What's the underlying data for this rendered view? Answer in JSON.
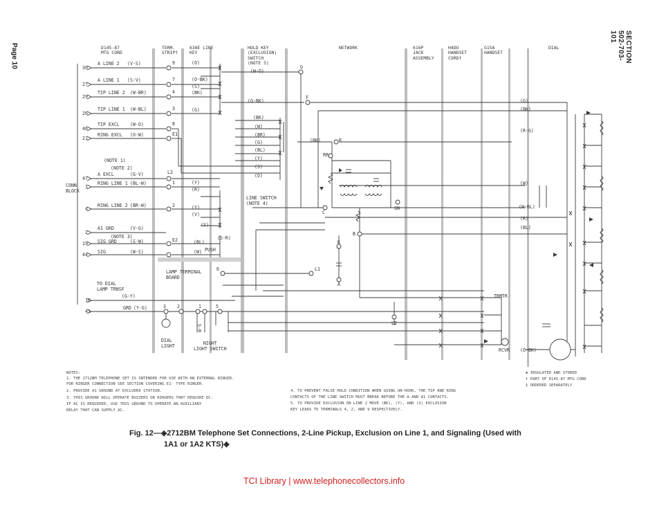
{
  "page": {
    "label": "Page 10",
    "section": "SECTION 502-703-101"
  },
  "headers": {
    "mtg_cord": "D145-87\nMTG CORD",
    "term_strip": "TERM.\nSTRIP†",
    "line_key": "638E LINE\nKEY",
    "hold_key": "HOLD KEY\n(EXCLUSION)\nSWITCH\n(NOTE 5)",
    "network": "NETWORK",
    "jack": "616P\nJACK\nASSEMBLY",
    "handset_cord": "H4DU\nHANDSET\nCORD†",
    "handset": "G15A\nHANDSET",
    "dial": "DIAL"
  },
  "cord_leads": [
    {
      "num": "30",
      "name": "A LINE 2",
      "color": "(V-S)"
    },
    {
      "num": "27",
      "name": "A LINE 1",
      "color": "(S-V)"
    },
    {
      "num": "29",
      "name": "TIP LINE 2",
      "color": "(W-BR)"
    },
    {
      "num": "26",
      "name": "TIP LINE 1",
      "color": "(W-BL)"
    },
    {
      "num": "46",
      "name": "TIP EXCL",
      "color": "(W-O)"
    },
    {
      "num": "21",
      "name": "RING EXCL",
      "color": "(O-W)"
    },
    {
      "num": "47",
      "name": "A EXCL",
      "color": "(G-V)"
    },
    {
      "num": "1",
      "name": "RING LINE 1",
      "color": "(BL-W)"
    },
    {
      "num": "4",
      "name": "RING LINE 2",
      "color": "(BR-W)"
    },
    {
      "num": "2",
      "name": "A1 GRD",
      "color": "(V-G)"
    },
    {
      "num": "19",
      "name": "SIG GRD",
      "color": "(S-W)"
    },
    {
      "num": "44",
      "name": "SIG",
      "color": "(W-S)"
    },
    {
      "num": "16",
      "name": "",
      "color": "(G-Y)"
    },
    {
      "num": "41",
      "name": "GRD",
      "color": "(Y-G)"
    }
  ],
  "term_numbers": [
    "9",
    "7",
    "4",
    "3",
    "8",
    "E1",
    "L2",
    "1",
    "2",
    "E2",
    "6",
    "5",
    "3",
    "2",
    "1"
  ],
  "key_colors": [
    "(O)",
    "(O-BK)",
    "(S)",
    "(BK)",
    "(G)",
    "(Y)",
    "(R)",
    "(Y)",
    "(V)",
    "(S)",
    "(BL)",
    "(W)",
    "(BK)",
    "(W)",
    "(BR)",
    "(G)",
    "(BL)",
    "(Y)",
    "(S)",
    "(O)"
  ],
  "hold_colors": [
    "(W-O)",
    "(G-BK)",
    "(BK)",
    "(W)",
    "(BR)",
    "(G)",
    "(BL)",
    "(Y)",
    "(S)",
    "(O)"
  ],
  "network_labels": [
    "G",
    "F",
    "R",
    "RR",
    "C",
    "GN",
    "B",
    "A",
    "K",
    "L1",
    "L2",
    "(BK)",
    "(R-G)",
    "(W)",
    "(W-BL)",
    "(R)",
    "(BL)",
    "(G)",
    "(BK)",
    "(O-BK)"
  ],
  "other_labels": {
    "conn_block": "CONN\nBLOCK",
    "note1": "(NOTE 1)",
    "note2": "(NOTE 2)",
    "note3": "(NOTE 3)",
    "push": "PUSH",
    "sr": "(S-R)",
    "line_switch": "LINE SWITCH\n(NOTE 4)",
    "lamp_board": "LAMP TERMINAL\nBOARD",
    "to_dial_lamp": "TO DIAL\nLAMP TRNSF",
    "dial_light": "DIAL\nLIGHT",
    "night_light": "NIGHT\nLIGHT SWITCH",
    "trmtr": "TRMTR",
    "rcvr": "RCVR",
    "sr_vertical": "S-R"
  },
  "notes_left": [
    "NOTES:",
    "1. THE 2712BM TELEPHONE SET IS INTENDED FOR USE WITH AN EXTERNAL RINGER.",
    "   FOR RINGER CONNECTION SEE SECTION COVERING E1- TYPE RINGER.",
    "2. PROVIDE A1 GROUND AT EXCLUDED STATION.",
    "3. THIS GROUND WILL OPERATE BUZZERS OR RINGERS THAT REQUIRE DC.",
    "   IF AC IS REQUIRED, USE THIS GROUND TO OPERATE AN AUXILIARY",
    "   RELAY THAT CAN SUPPLY AC."
  ],
  "notes_mid": [
    "4. TO PREVENT FALSE HOLD CONDITION WHEN GOING ON-HOOK, THE TIP AND RING",
    "   CONTACTS OF THE LINE SWITCH MUST BREAK BEFORE THE A AND A1 CONTACTS.",
    "5. TO PROVIDE EXCLUSION ON LINE 2 MOVE (BK), (Y), AND (S) EXCLUSION",
    "   KEY LEADS TO TERMINALS 4, 2, AND 9 RESPECTIVELY."
  ],
  "notes_right": [
    "✱ INSULATED AND STORED",
    "† PART OF D145-87 MTG CORD",
    "‡ ORDERED SEPARATELY"
  ],
  "caption": {
    "line1": "Fig. 12—◈2712BM Telephone Set Connections, 2-Line Pickup, Exclusion on Line 1, and Signaling (Used with",
    "line2": "1A1 or 1A2 KTS)◈"
  },
  "footer": "TCI Library | www.telephonecollectors.info"
}
